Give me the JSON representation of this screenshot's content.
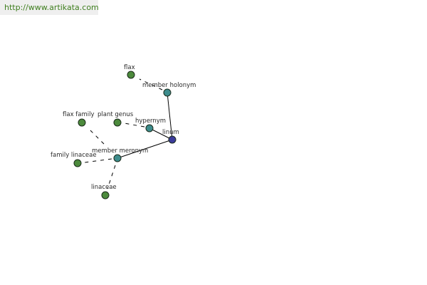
{
  "header": {
    "url": "http://www.artikata.com"
  },
  "colors": {
    "center": "#3b3b9a",
    "relation": "#3d8c8c",
    "leaf": "#4c8a3c",
    "url_text": "#3f7f1f"
  },
  "nodes": [
    {
      "id": "linum",
      "label": "linum",
      "kind": "center"
    },
    {
      "id": "member-holonym",
      "label": "member holonym",
      "kind": "relation"
    },
    {
      "id": "flax",
      "label": "flax",
      "kind": "leaf"
    },
    {
      "id": "hypernym",
      "label": "hypernym",
      "kind": "relation"
    },
    {
      "id": "plant-genus",
      "label": "plant genus",
      "kind": "leaf"
    },
    {
      "id": "member-meronym",
      "label": "member meronym",
      "kind": "relation"
    },
    {
      "id": "flax-family",
      "label": "flax family",
      "kind": "leaf"
    },
    {
      "id": "family-linaceae",
      "label": "family linaceae",
      "kind": "leaf"
    },
    {
      "id": "linaceae",
      "label": "linaceae",
      "kind": "leaf"
    }
  ],
  "edges": [
    {
      "from": "linum",
      "to": "member-holonym",
      "style": "solid"
    },
    {
      "from": "linum",
      "to": "hypernym",
      "style": "solid"
    },
    {
      "from": "linum",
      "to": "member-meronym",
      "style": "solid"
    },
    {
      "from": "member-holonym",
      "to": "flax",
      "style": "dashed"
    },
    {
      "from": "hypernym",
      "to": "plant-genus",
      "style": "dashed"
    },
    {
      "from": "member-meronym",
      "to": "flax-family",
      "style": "dashed"
    },
    {
      "from": "member-meronym",
      "to": "family-linaceae",
      "style": "dashed"
    },
    {
      "from": "member-meronym",
      "to": "linaceae",
      "style": "dashed"
    }
  ]
}
